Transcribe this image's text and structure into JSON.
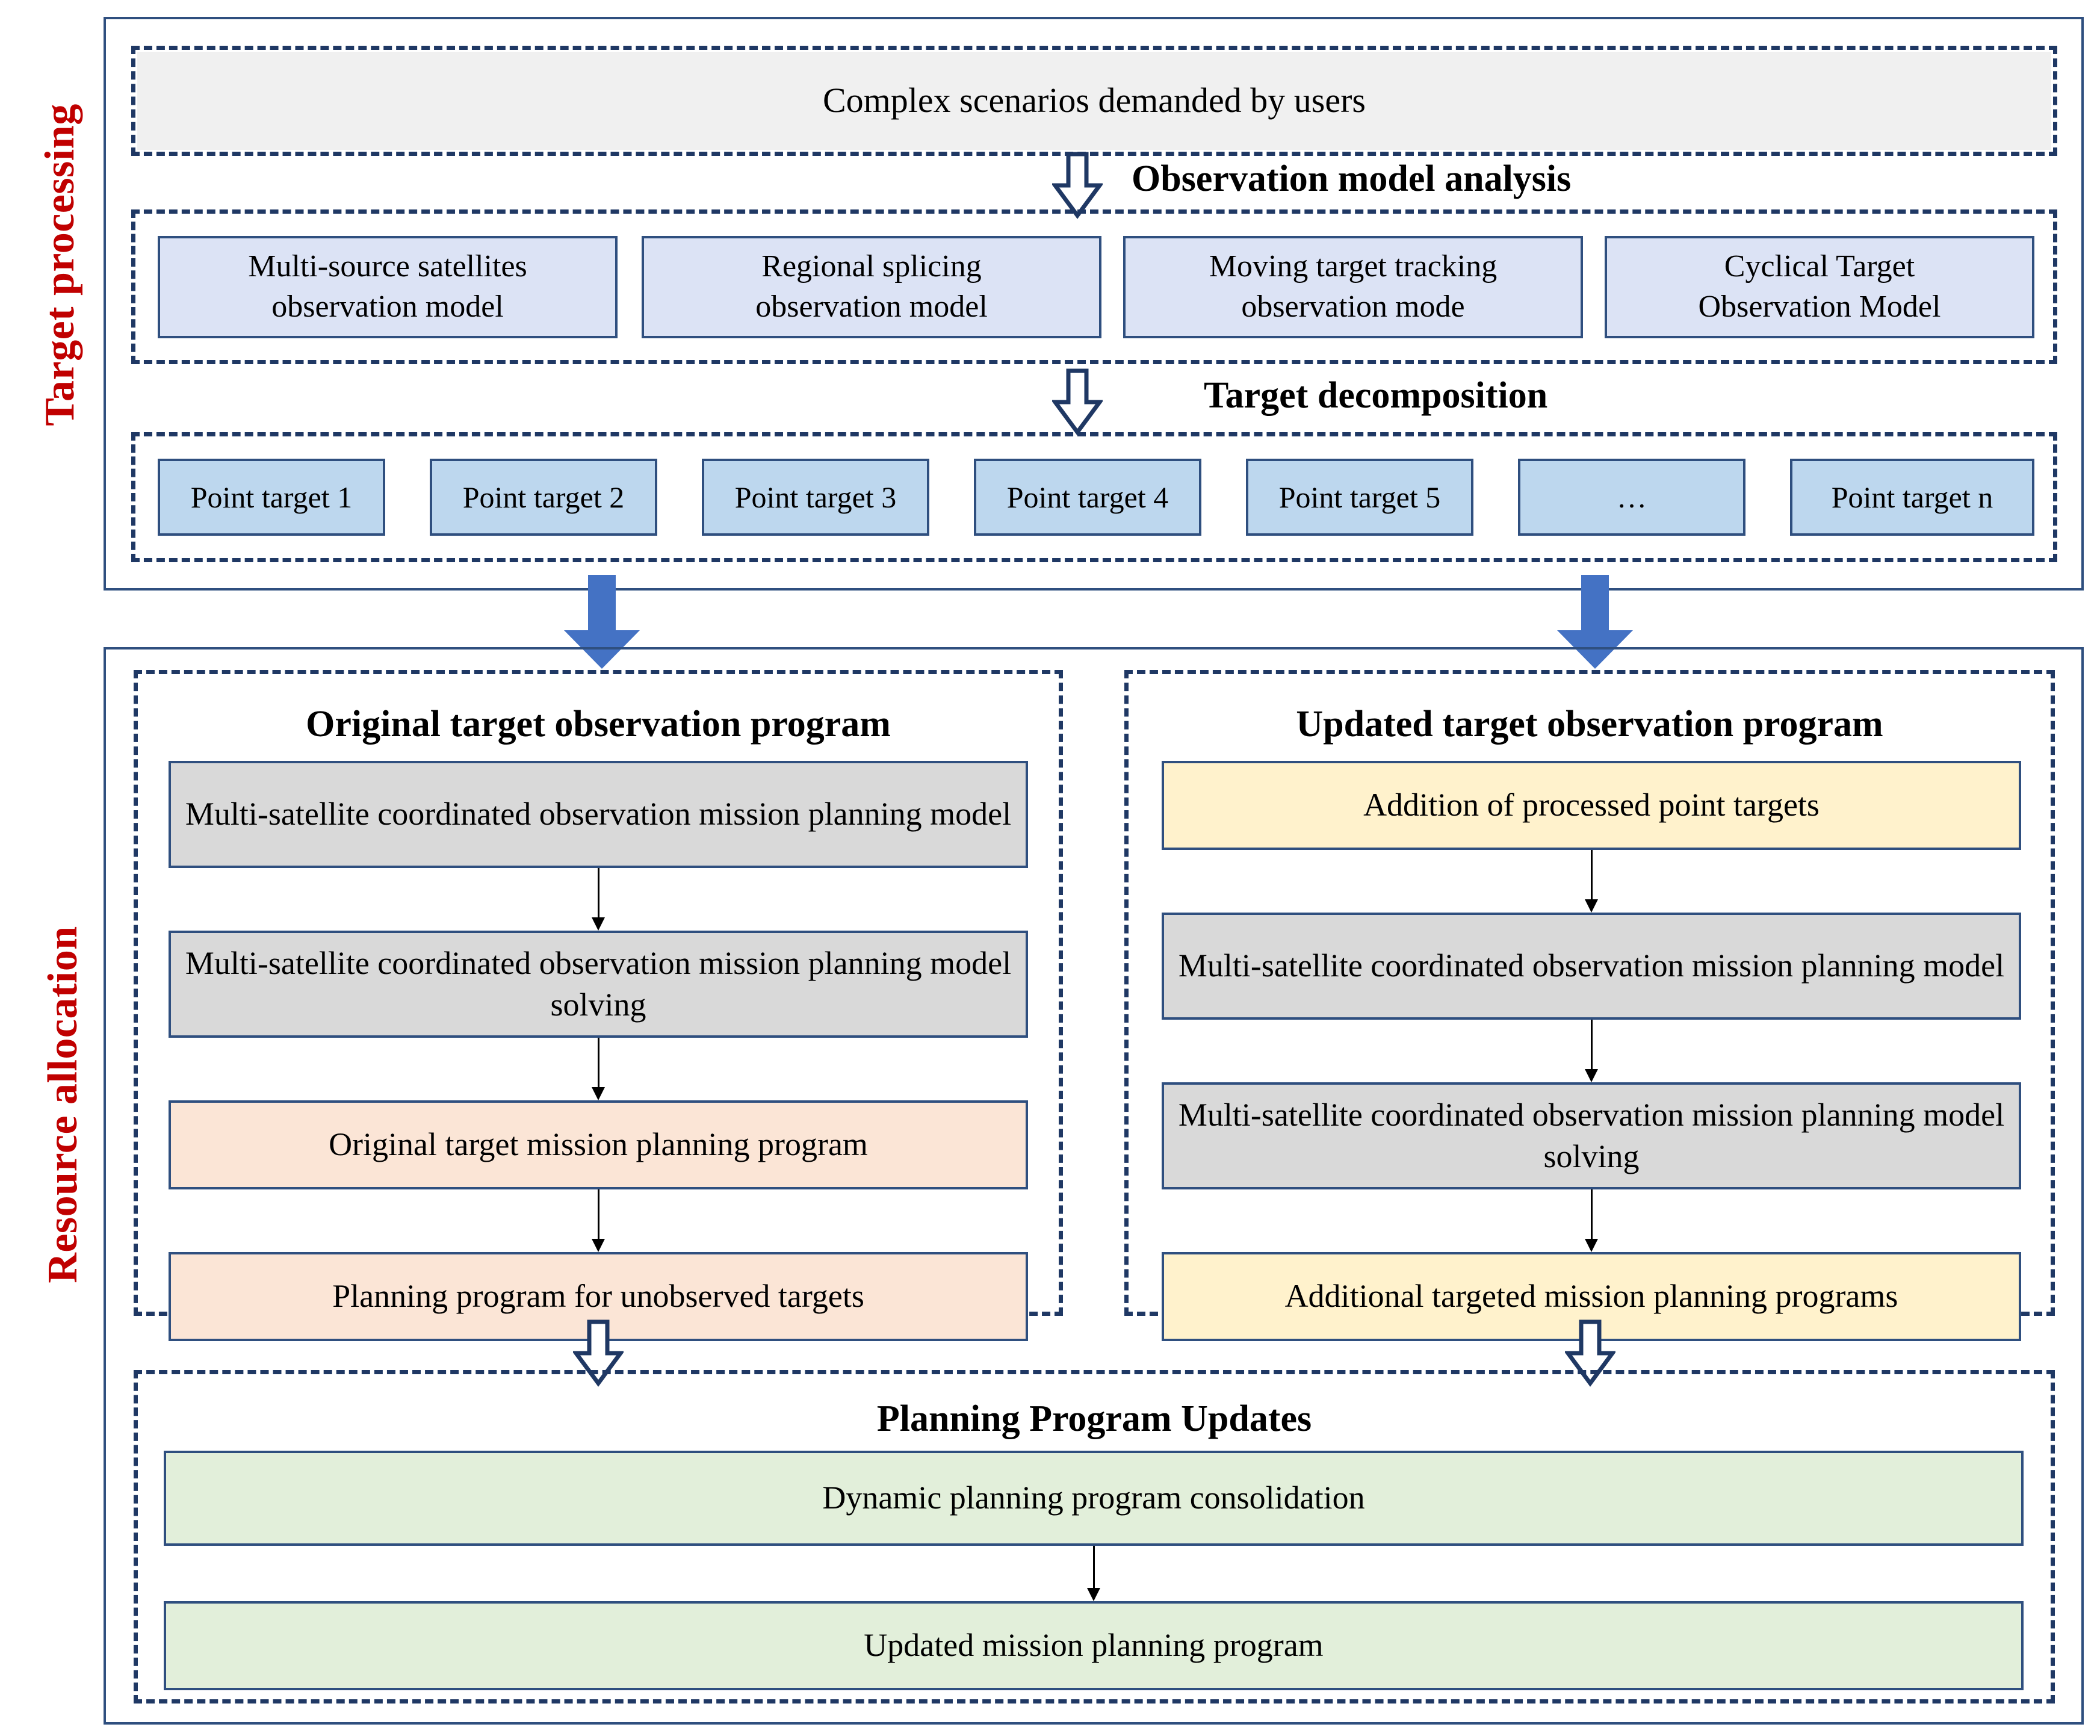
{
  "diagram": {
    "title": "Multi-satellite coordinated observation mission planning framework",
    "colors": {
      "accent_red": "#C00000",
      "frame_blue": "#2F4F7F",
      "dashed_navy": "#1F3864",
      "blue_arrow": "#4472C4",
      "grey_plain": "#F0F0F0",
      "blue_light": "#DCE3F5",
      "blue_mid": "#BDD7EE",
      "grey": "#D9D9D9",
      "peach": "#FBE5D6",
      "yellow": "#FFF2CC",
      "green": "#E2EFDA"
    }
  },
  "side_labels": {
    "target_processing": "Target processing",
    "resource_allocation": "Resource allocation"
  },
  "target_processing": {
    "scenario_box": "Complex scenarios demanded by users",
    "arrow_label_1": "Observation model analysis",
    "observation_models": [
      "Multi-source satellites\nobservation model",
      "Regional splicing\nobservation model",
      "Moving target tracking\nobservation mode",
      "Cyclical Target\nObservation Model"
    ],
    "arrow_label_2": "Target decomposition",
    "point_targets": [
      "Point target 1",
      "Point target 2",
      "Point target 3",
      "Point target 4",
      "Point target 5",
      "…",
      "Point target n"
    ]
  },
  "resource_allocation": {
    "original_panel": {
      "heading": "Original target observation program",
      "steps": [
        {
          "text": "Multi-satellite coordinated observation mission planning model",
          "color": "grey"
        },
        {
          "text": "Multi-satellite coordinated observation mission planning model solving",
          "color": "grey"
        },
        {
          "text": "Original target mission planning program",
          "color": "peach"
        },
        {
          "text": "Planning program for unobserved targets",
          "color": "peach"
        }
      ]
    },
    "updated_panel": {
      "heading": "Updated target observation program",
      "steps": [
        {
          "text": "Addition of processed point targets",
          "color": "yellow"
        },
        {
          "text": "Multi-satellite coordinated observation mission planning model",
          "color": "grey"
        },
        {
          "text": "Multi-satellite coordinated observation mission planning model solving",
          "color": "grey"
        },
        {
          "text": "Additional targeted mission planning programs",
          "color": "yellow"
        }
      ]
    },
    "updates_panel": {
      "heading": "Planning Program Updates",
      "steps": [
        {
          "text": "Dynamic planning program consolidation",
          "color": "green"
        },
        {
          "text": "Updated mission planning program",
          "color": "green"
        }
      ]
    }
  }
}
